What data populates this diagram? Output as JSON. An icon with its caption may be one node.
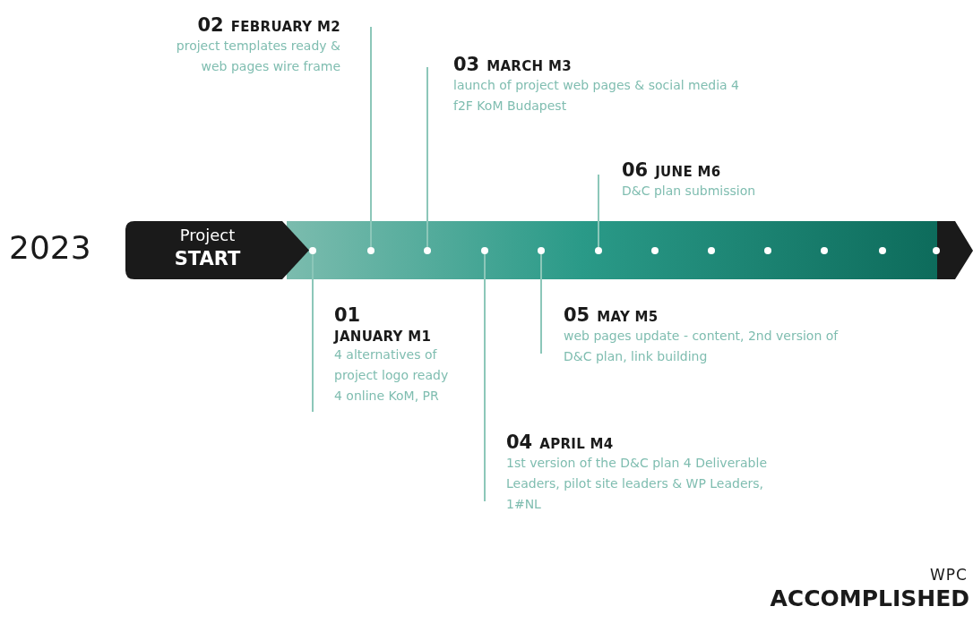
{
  "diagram": {
    "nodes": [
      {
        "text": [
          "Project",
          "START"
        ]
      },
      {
        "text": [
          "01",
          "JANUARY M1",
          "4 alternatives of project logo ready 4 online KoM, PR"
        ]
      },
      {
        "text": [
          "02",
          "FEBRUARY M2",
          "project templates ready & web pages wire frame"
        ]
      },
      {
        "text": [
          "03",
          "MARCH M3",
          "launch of project web pages & social media 4 f2F KoM Budapest"
        ]
      },
      {
        "text": [
          "04",
          "APRIL M4",
          "1st version of the D&C plan 4 Deliverable Leaders, pilot site leaders & WP Leaders, 1#NL"
        ]
      },
      {
        "text": [
          "05",
          "MAY M5",
          "web pages update - content, 2nd version of D&C plan, link building"
        ]
      },
      {
        "text": [
          "06",
          "JUNE M6",
          "D&C plan submission"
        ]
      },
      {
        "text": [],
        "shape": "circle"
      },
      {
        "text": [],
        "shape": "circle"
      },
      {
        "text": [],
        "shape": "circle"
      },
      {
        "text": [],
        "shape": "circle"
      },
      {
        "text": [],
        "shape": "circle"
      },
      {
        "text": [],
        "shape": "circle"
      },
      {
        "text": [],
        "shape": "circle"
      },
      {
        "text": [],
        "shape": "circle"
      },
      {
        "text": [],
        "shape": "circle"
      },
      {
        "text": [],
        "shape": "circle"
      },
      {
        "text": [],
        "shape": "circle"
      },
      {
        "text": [],
        "shape": "circle"
      }
    ],
    "edges": [
      {
        "from": 1,
        "to": 7,
        "arrow": "none"
      },
      {
        "from": 2,
        "to": 8,
        "arrow": "none"
      },
      {
        "from": 3,
        "to": 9,
        "arrow": "none"
      },
      {
        "from": 4,
        "to": 10,
        "arrow": "none"
      },
      {
        "from": 5,
        "to": 11,
        "arrow": "none"
      },
      {
        "from": 6,
        "to": 12,
        "arrow": "none"
      }
    ],
    "labels": [
      "2023",
      "WPC",
      "ACCOMPLISHED"
    ]
  }
}
